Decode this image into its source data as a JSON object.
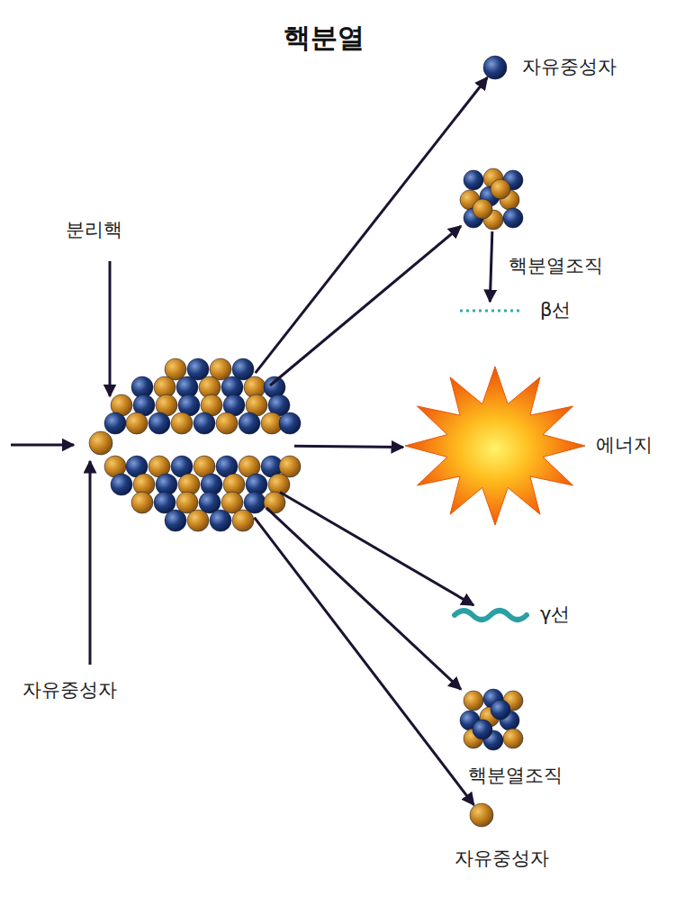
{
  "diagram": {
    "title": "핵분열",
    "nodes": [
      {
        "text": [
          "분리핵"
        ]
      },
      {
        "text": [
          "자유중성자"
        ]
      },
      {
        "text": [
          "자유중성자"
        ]
      },
      {
        "text": [
          "핵분열조직"
        ]
      },
      {
        "text": [
          "β선"
        ]
      },
      {
        "text": [
          "에너지"
        ]
      },
      {
        "text": [
          "γ선"
        ]
      },
      {
        "text": [
          "핵분열조직"
        ]
      },
      {
        "text": [
          "자유중성자"
        ]
      }
    ],
    "edges": [
      {
        "from": 0,
        "to": 2,
        "arrow": "to"
      },
      {
        "from": 0,
        "to": 3,
        "arrow": "to"
      },
      {
        "from": 3,
        "to": 4,
        "arrow": "to"
      },
      {
        "from": 0,
        "to": 5,
        "arrow": "to"
      },
      {
        "from": 0,
        "to": 6,
        "arrow": "to"
      },
      {
        "from": 0,
        "to": 7,
        "arrow": "to"
      },
      {
        "from": 0,
        "to": 8,
        "arrow": "to"
      }
    ]
  }
}
